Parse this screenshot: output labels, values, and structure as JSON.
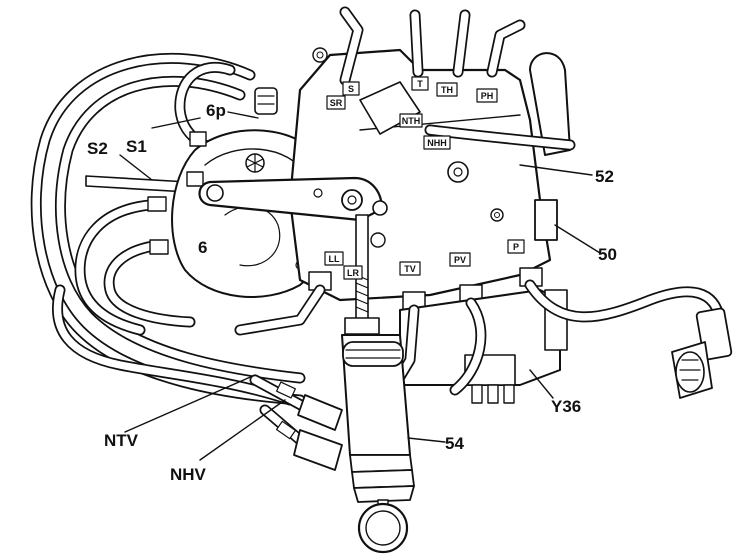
{
  "callouts": {
    "s2": "S2",
    "s1": "S1",
    "p6p": "6p",
    "p52": "52",
    "p50": "50",
    "p6": "6",
    "y36": "Y36",
    "p54": "54",
    "ntv": "NTV",
    "nhv": "NHV"
  },
  "ports": {
    "sr": "SR",
    "s": "S",
    "t": "T",
    "th": "TH",
    "ph": "PH",
    "nth": "NTH",
    "nhh": "NHH",
    "ll": "LL",
    "lr": "LR",
    "tv": "TV",
    "pv": "PV",
    "p": "P"
  }
}
